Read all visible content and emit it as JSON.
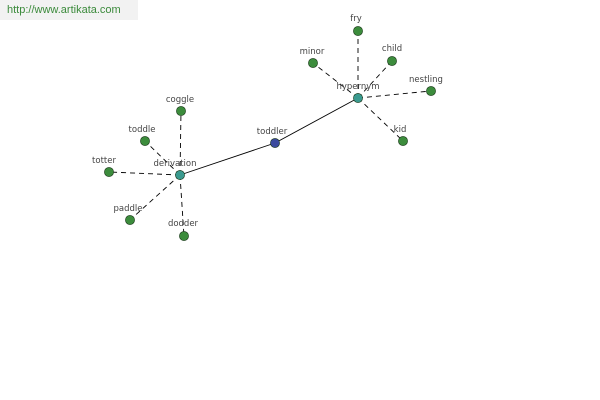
{
  "source": {
    "url": "http://www.artikata.com"
  },
  "colors": {
    "root": "#3b4a9e",
    "hub": "#3a9a8f",
    "leaf": "#3c8c3c",
    "edge": "#000000"
  },
  "graph": {
    "root": {
      "id": "toddler",
      "label": "toddler"
    },
    "hubs": [
      {
        "id": "derivation",
        "label": "derivation"
      },
      {
        "id": "hypernym",
        "label": "hypernym"
      }
    ],
    "leaves": [
      {
        "id": "coggle",
        "label": "coggle",
        "hub": "derivation"
      },
      {
        "id": "toddle",
        "label": "toddle",
        "hub": "derivation"
      },
      {
        "id": "totter",
        "label": "totter",
        "hub": "derivation"
      },
      {
        "id": "paddle",
        "label": "paddle",
        "hub": "derivation"
      },
      {
        "id": "dodder",
        "label": "dodder",
        "hub": "derivation"
      },
      {
        "id": "fry",
        "label": "fry",
        "hub": "hypernym"
      },
      {
        "id": "minor",
        "label": "minor",
        "hub": "hypernym"
      },
      {
        "id": "child",
        "label": "child",
        "hub": "hypernym"
      },
      {
        "id": "nestling",
        "label": "nestling",
        "hub": "hypernym"
      },
      {
        "id": "kid",
        "label": "kid",
        "hub": "hypernym"
      }
    ]
  }
}
